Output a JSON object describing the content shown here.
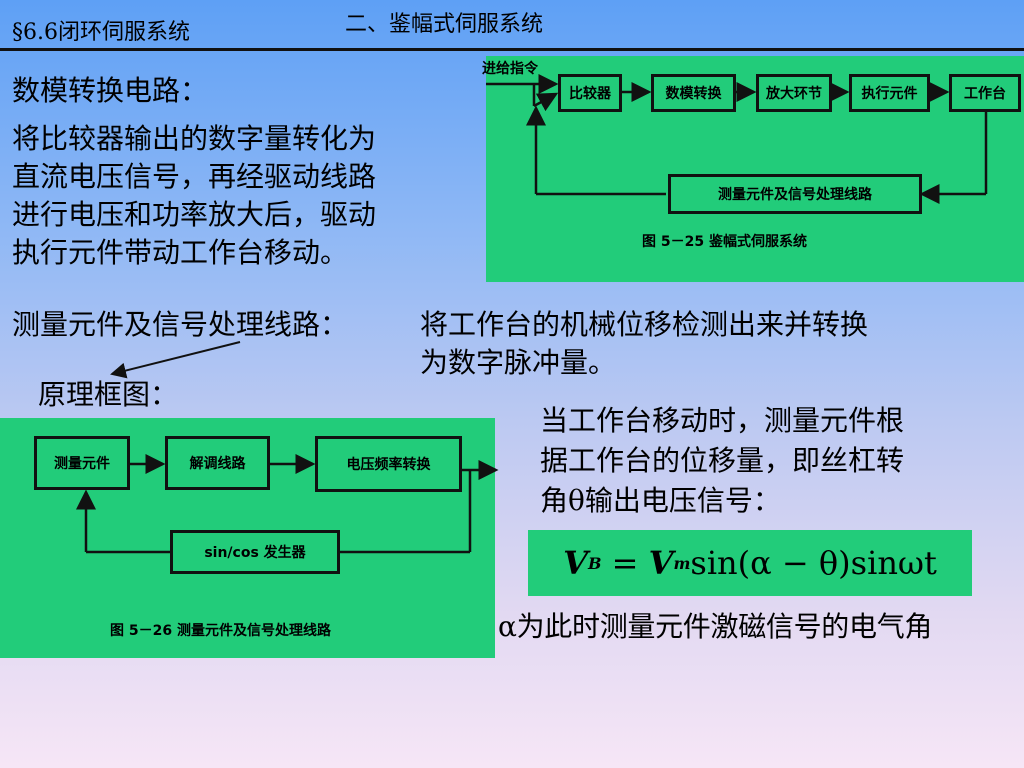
{
  "header": {
    "section": "§6.6闭环伺服系统",
    "subtitle": "二、鉴幅式伺服系统"
  },
  "dac": {
    "title": "数模转换电路：",
    "lines": [
      "将比较器输出的数字量转化为",
      "直流电压信号，再经驱动线路",
      "进行电压和功率放大后，驱动",
      "执行元件带动工作台移动。"
    ]
  },
  "fig525": {
    "input_label": "进给指令",
    "blocks": [
      "比较器",
      "数模转换",
      "放大环节",
      "执行元件",
      "工作台"
    ],
    "feedback_block": "测量元件及信号处理线路",
    "caption": "图 5－25    鉴幅式伺服系统"
  },
  "measure": {
    "title": "测量元件及信号处理线路：",
    "lines": [
      "将工作台的机械位移检测出来并转换",
      "为数字脉冲量。"
    ],
    "diagram_label": "原理框图："
  },
  "fig526": {
    "blocks": [
      "测量元件",
      "解调线路",
      "电压频率转换"
    ],
    "feedback_block": "sin/cos 发生器",
    "caption": "图 5－26    测量元件及信号处理线路"
  },
  "explain": {
    "lines": [
      "当工作台移动时，测量元件根",
      "据工作台的位移量，即丝杠转",
      "角θ输出电压信号："
    ],
    "formula": {
      "lhs": "V",
      "lhs_sub": "B",
      "eq": " = ",
      "rhs": "V",
      "rhs_sub": "m",
      "rest": "sin(α − θ)sinωt"
    },
    "alpha_note": "α为此时测量元件激磁信号的电气角"
  },
  "colors": {
    "panel_green": "#22cc7a",
    "line": "#111111"
  }
}
